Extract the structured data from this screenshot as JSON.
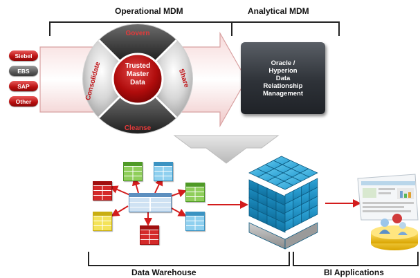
{
  "headers": {
    "operational": "Operational MDM",
    "analytical": "Analytical MDM",
    "data_warehouse": "Data Warehouse",
    "bi_applications": "BI Applications"
  },
  "sources": [
    {
      "label": "Siebel",
      "color": "#c0161a"
    },
    {
      "label": "EBS",
      "color": "#5a5a5a"
    },
    {
      "label": "SAP",
      "color": "#c0161a"
    },
    {
      "label": "Other",
      "color": "#c0161a"
    }
  ],
  "cycle": {
    "center_lines": [
      "Trusted",
      "Master",
      "Data"
    ],
    "segments": {
      "top": "Govern",
      "left": "Consolidate",
      "right": "Share",
      "bottom": "Cleanse"
    }
  },
  "analytical_box_lines": [
    "Oracle /",
    "Hyperion",
    "Data",
    "Relationship",
    "Management"
  ],
  "colors": {
    "accent_red": "#c0161a",
    "cube_blue": "#1e8fc4",
    "dark_box": "#2e3238"
  }
}
